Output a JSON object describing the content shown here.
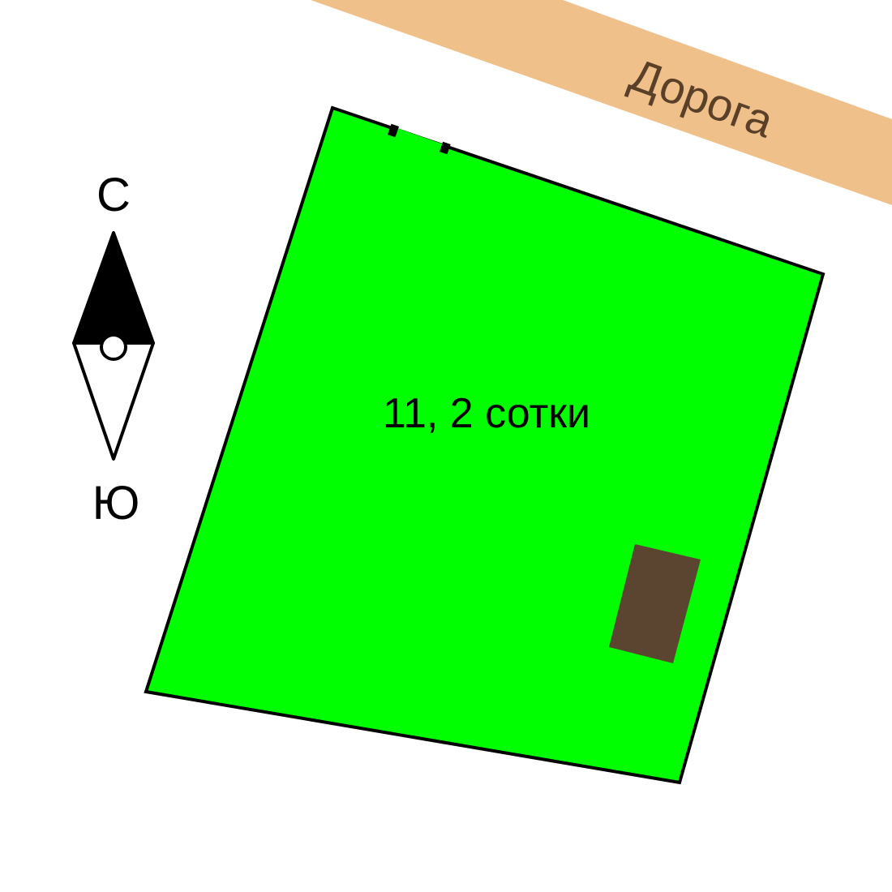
{
  "road": {
    "label": "Дорога",
    "color": "#efc08a",
    "text_color": "#5a4028"
  },
  "plot": {
    "area_label": "11, 2 сотки",
    "fill": "#00ff00",
    "stroke": "#000000"
  },
  "building": {
    "fill": "#5c4530"
  },
  "compass": {
    "north_label": "С",
    "south_label": "Ю"
  }
}
